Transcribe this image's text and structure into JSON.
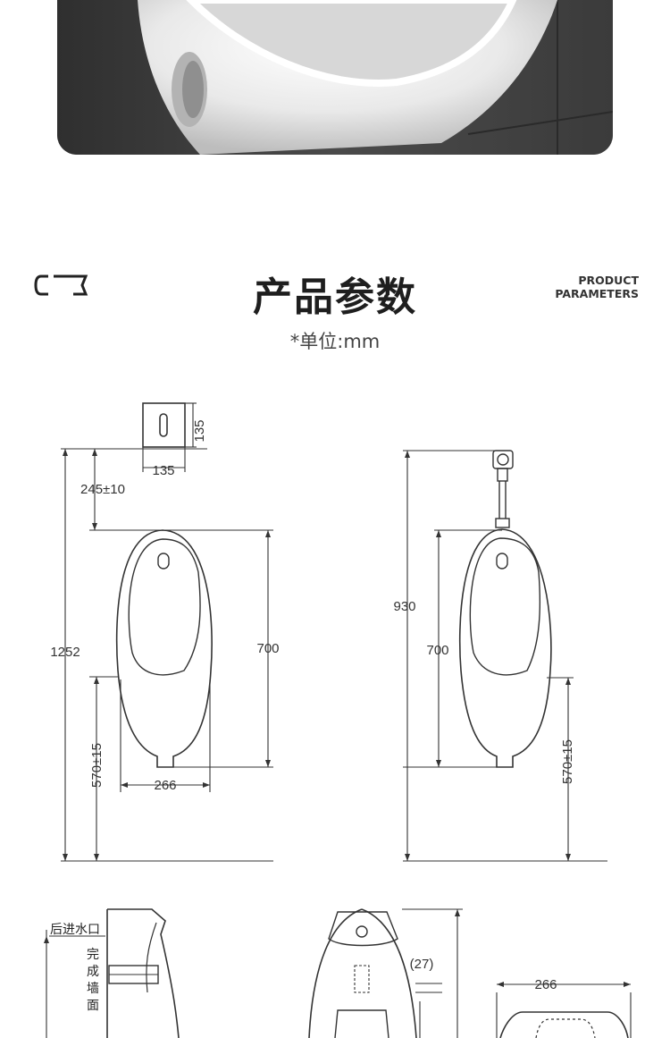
{
  "section": {
    "title": "产品参数",
    "subtitle_line1": "PRODUCT",
    "subtitle_line2": "PARAMETERS",
    "unit": "*单位:mm"
  },
  "front_view": {
    "sensor_height": "135",
    "sensor_width": "135",
    "sensor_offset": "245±10",
    "total_height": "1252",
    "body_height": "700",
    "body_width": "266",
    "install_height": "570±15"
  },
  "side_view": {
    "total_height": "930",
    "body_height": "700",
    "install_height": "570±15"
  },
  "bottom_views": {
    "rear_inlet": "后进水口",
    "finished_wall_chars": [
      "完",
      "成",
      "墙",
      "面"
    ],
    "inlet_dim": "(27)",
    "width": "266"
  }
}
